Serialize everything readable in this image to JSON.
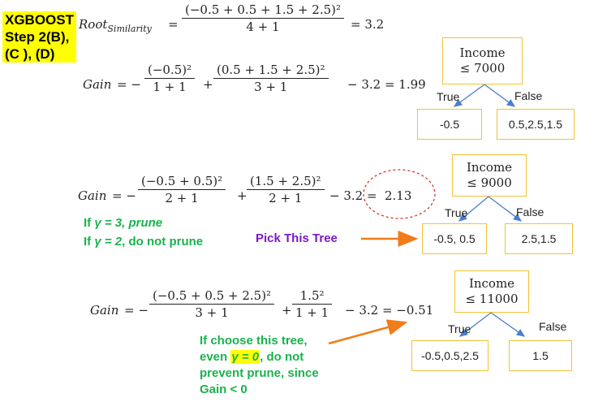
{
  "title": {
    "line1": "XGBOOST",
    "line2": "Step 2(B),",
    "line3": "(C ), (D)"
  },
  "root_similarity": {
    "label_main": "Root",
    "label_sub": "Similarity",
    "equals": "=",
    "numerator": "(−0.5 + 0.5 + 1.5 + 2.5)²",
    "denominator": "4 + 1",
    "result": "= 3.2"
  },
  "gain1": {
    "label": "Gain",
    "prefix": "= −",
    "frac1_num": "(−0.5)²",
    "frac1_den": "1 + 1",
    "plus": "+",
    "frac2_num": "(0.5 + 1.5 + 2.5)²",
    "frac2_den": "3 + 1",
    "result": "− 3.2 = 1.99"
  },
  "gain2": {
    "label": "Gain",
    "prefix": "= −",
    "frac1_num": "(−0.5 + 0.5)²",
    "frac1_den": "2 + 1",
    "plus": "+",
    "frac2_num": "(1.5 + 2.5)²",
    "frac2_den": "2 + 1",
    "result_prefix": "− 3.2 =",
    "result_value": "2.13"
  },
  "gain3": {
    "label": "Gain",
    "prefix": "= −",
    "frac1_num": "(−0.5 + 0.5 + 2.5)²",
    "frac1_den": "3 + 1",
    "plus": "+",
    "frac2_num": "1.5²",
    "frac2_den": "1 + 1",
    "result": "− 3.2 = −0.51"
  },
  "notes": {
    "prune_line1_a": "If ",
    "prune_line1_b": "γ = 3, prune",
    "prune_line2_a": "If ",
    "prune_line2_b": "γ = 2",
    "prune_line2_c": ", do not prune",
    "pick": "Pick This Tree",
    "choose_line1": "If choose this tree,",
    "choose_line2_a": "even ",
    "choose_line2_b": "γ = 0",
    "choose_line2_c": ", do not",
    "choose_line3": "prevent prune, since",
    "choose_line4": "Gain < 0"
  },
  "tree1": {
    "root_line1": "Income",
    "root_line2": "≤ 7000",
    "true_label": "True",
    "false_label": "False",
    "left_leaf": "-0.5",
    "right_leaf": "0.5,2.5,1.5"
  },
  "tree2": {
    "root_line1": "Income",
    "root_line2": "≤ 9000",
    "true_label": "True",
    "false_label": "False",
    "left_leaf": "-0.5, 0.5",
    "right_leaf": "2.5,1.5"
  },
  "tree3": {
    "root_line1": "Income",
    "root_line2": "≤ 11000",
    "true_label": "True",
    "false_label": "False",
    "left_leaf": "-0.5,0.5,2.5",
    "right_leaf": "1.5"
  },
  "colors": {
    "highlight": "#ffff00",
    "green": "#1ab24c",
    "purple": "#7a18c9",
    "orange_arrow": "#f07d1a",
    "node_border": "#f2c232",
    "edge_blue": "#4a7fd0",
    "circle_red": "#e03030"
  }
}
